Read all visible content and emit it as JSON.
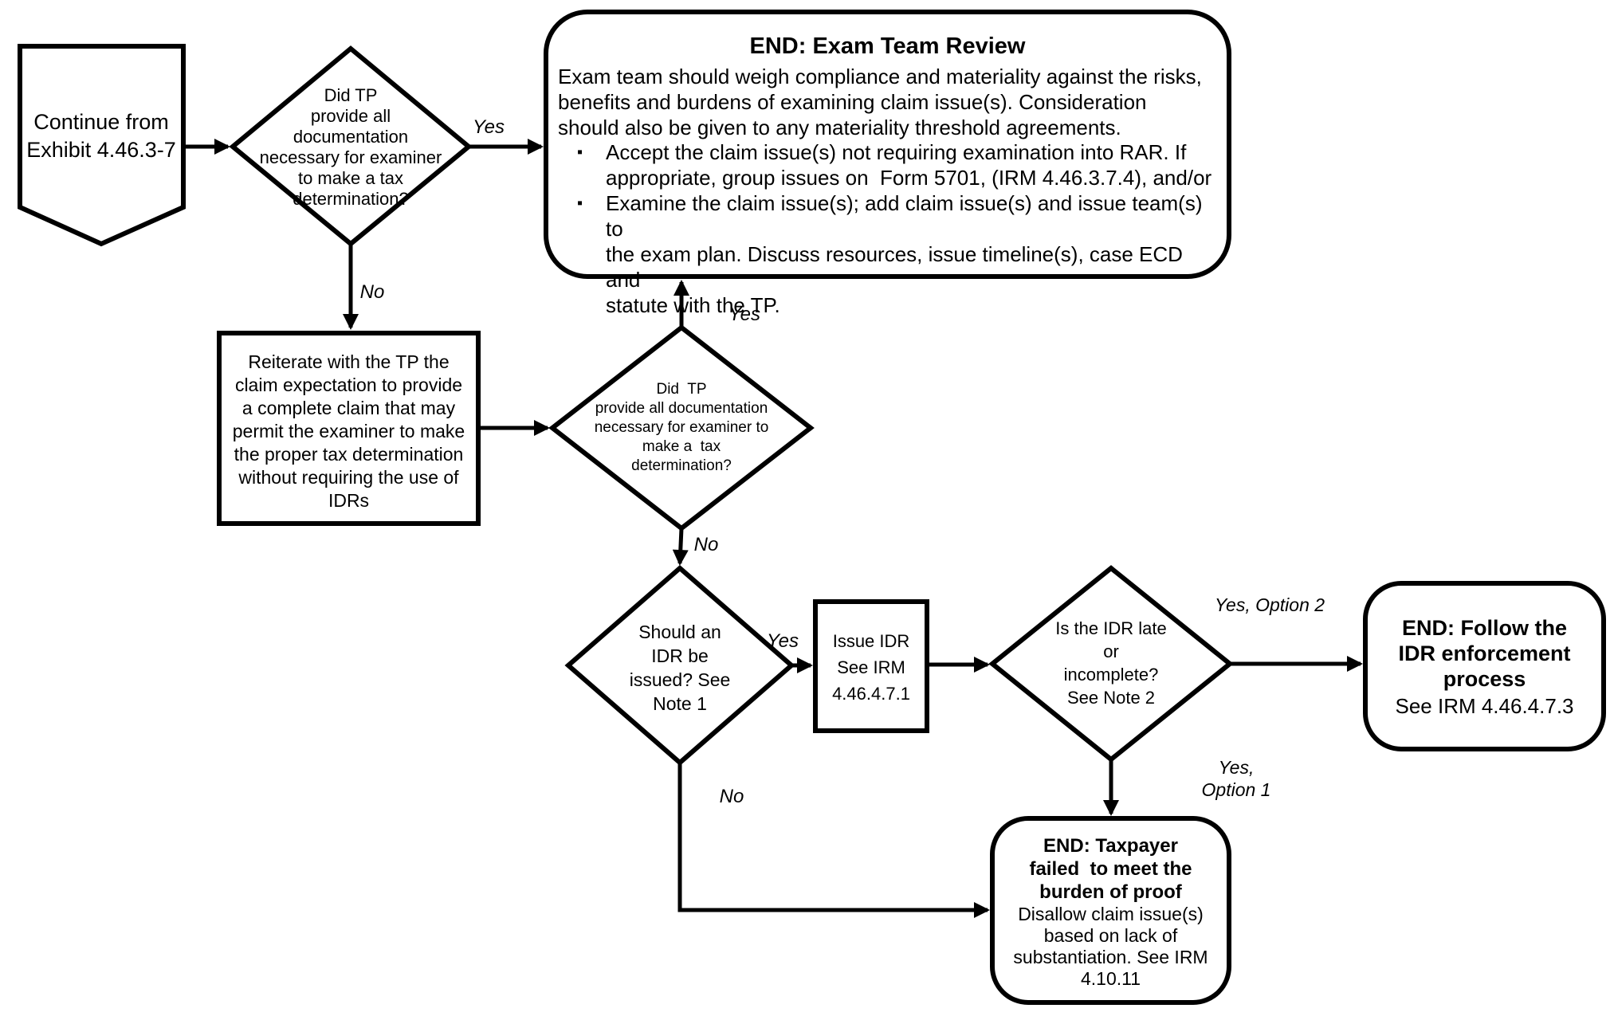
{
  "diagram": {
    "nodes": {
      "continue_from": {
        "text": "Continue from\nExhibit 4.46.3-7"
      },
      "decision_docs_1": {
        "text": "Did TP\nprovide all\ndocumentation\nnecessary for examiner\nto make a tax\ndetermination?"
      },
      "end_exam_team_review": {
        "title": "END: Exam Team Review",
        "body": "Exam team should weigh compliance and materiality against the risks,\nbenefits and burdens of examining claim issue(s). Consideration\nshould also be given to any materiality threshold agreements.",
        "bullet_char": "▪",
        "bullets": [
          "Accept the claim issue(s) not requiring examination into RAR. If\nappropriate, group issues on  Form 5701, (IRM 4.46.3.7.4), and/or",
          "Examine the claim issue(s); add claim issue(s) and issue team(s) to\nthe exam plan. Discuss resources, issue timeline(s), case ECD and\nstatute with the TP."
        ]
      },
      "reiterate": {
        "text": "Reiterate with the TP the\nclaim expectation to provide\na complete claim that may\npermit the examiner to make\nthe proper tax determination\nwithout requiring the use of\nIDRs"
      },
      "decision_docs_2": {
        "text": "Did  TP\nprovide all documentation\nnecessary for examiner to\nmake a  tax\ndetermination?"
      },
      "decision_idr_issue": {
        "text": "Should an\nIDR be\nissued? See\nNote 1"
      },
      "issue_idr": {
        "text": "Issue IDR\nSee IRM\n4.46.4.7.1"
      },
      "decision_idr_late": {
        "text": "Is the IDR late\nor\nincomplete?\nSee Note 2"
      },
      "end_idr_enforcement": {
        "title": "END: Follow the\nIDR enforcement\nprocess",
        "subtitle": "See IRM 4.46.4.7.3"
      },
      "end_burden_of_proof": {
        "title": "END: Taxpayer\nfailed  to meet the\nburden of proof",
        "body": "Disallow claim issue(s)\nbased on lack of\nsubstantiation. See IRM\n4.10.11"
      }
    },
    "edge_labels": {
      "yes_1": "Yes",
      "no_1": "No",
      "yes_2": "Yes",
      "no_2": "No",
      "yes_3": "Yes",
      "no_3": "No",
      "yes_option_2": "Yes, Option 2",
      "yes_option_1": "Yes,\nOption 1"
    },
    "colors": {
      "stroke": "#000000",
      "background": "#ffffff"
    }
  }
}
